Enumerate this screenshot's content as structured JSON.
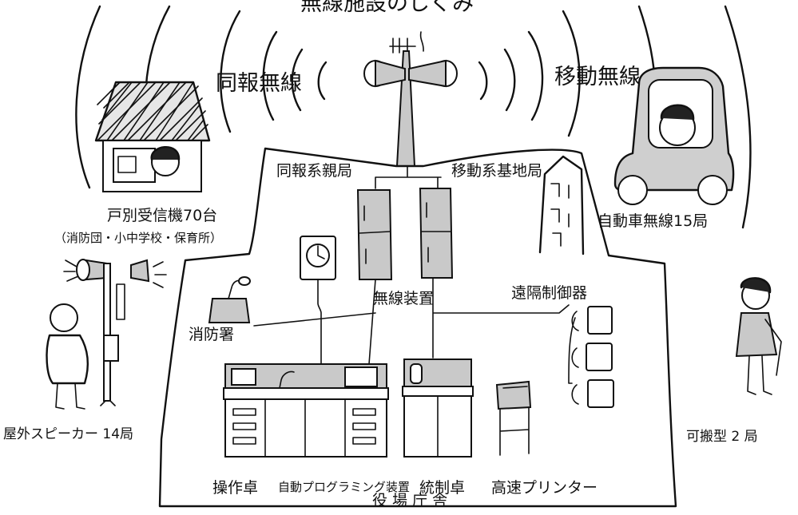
{
  "title": "無線施設のしくみ",
  "labels": {
    "doho_musen": "同報無線",
    "ido_musen": "移動無線",
    "doho_oyakyoku": "同報系親局",
    "ido_kichikyoku": "移動系基地局",
    "kobetsu_jushinki": "戸別受信機70台",
    "kobetsu_note": "（消防団・小中学校・保育所）",
    "jidosha_musen": "自動車無線15局",
    "shobosho": "消防署",
    "musen_sochi": "無線装置",
    "enkaku_seigyoki": "遠隔制御器",
    "okugai_speaker": "屋外スピーカー 14局",
    "kahangata": "可搬型 2 局",
    "sosataku": "操作卓",
    "jido_programming": "自動プログラミング装置",
    "toseitaku": "統制卓",
    "kosoku_printer": "高速プリンター",
    "yakuba_chosha": "役 場 庁 舎"
  }
}
